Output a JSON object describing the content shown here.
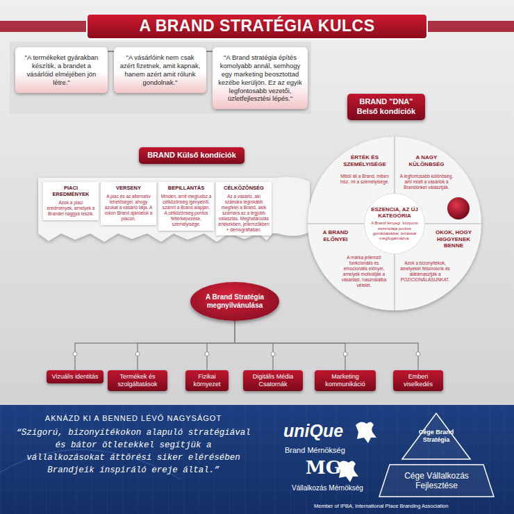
{
  "diagram": {
    "title": "A BRAND STRATÉGIA KULCS",
    "nodes": [
      {
        "text": [
          "\"A termékeket gyárakban készítik, a brandet a vásárlóid elméjében jön létre.\""
        ]
      },
      {
        "text": [
          "\"A vásárlóink nem csak azért fizetnek, amit kapnak, hanem azért amit rólunk gondolnak.\""
        ]
      },
      {
        "text": [
          "\"A Brand stratégia építés komolyabb annál, semhogy egy marketing beosztottad kezébe kerüljön. Ez az egyik legfontosabb vezetői, üzletfejlesztési lépés.\""
        ]
      },
      {
        "text": [
          "BRAND \"DNA\" Belső kondíciók"
        ]
      },
      {
        "text": [
          "BRAND Külső kondíciók"
        ]
      },
      {
        "text": [
          "ÉRTÉK ÉS SZEMÉLYISÉGE",
          "Miből áll a Brand, miben hisz, mi a személyisége."
        ]
      },
      {
        "text": [
          "A NAGY KÜLÖNBSÉG",
          "A legfontosabb különbség, ami miatt a vásárlók a Brandünket választják."
        ]
      },
      {
        "text": [
          "PIACI EREDMÉNYEK",
          "Azok a piaci eredmények, amelyek a Brandet naggyá teszik."
        ]
      },
      {
        "text": [
          "VERSENY",
          "A piac és az alternatív lehetőségei, ahogy azokat a vásárló látja. A rokon Brand ajánlatok a piacon."
        ]
      },
      {
        "text": [
          "BEPILLANTÁS",
          "Minden, amit megtudsz a célközönség igényeiről, számít a Brand alapján. A célközönség pontos feltérképezése, személyisége."
        ]
      },
      {
        "text": [
          "CÉLKÖZÖNSÉG",
          "Az a vásárló, aki számára leginkább megfelel a Brand, akik számára az a legjobb választás. Meghatározás értékekben, jellemzőkben + demográfiában."
        ]
      },
      {
        "text": [
          "ESZENCIA, AZ ÚJ KATEGÓRIA",
          "A Brand lényegi, központi eszenciája pontos gondolatokkal, leírással megfogalmazva."
        ]
      },
      {
        "text": [
          "A BRAND ELŐNYEI",
          "A márka jellemző funkcionális és emocionális előnyei, amelyek motiválják a vásárlást, használatba vételét."
        ]
      },
      {
        "text": [
          "OKOK, HOGY HIGGYENEK BENNE",
          "Azok a bizonyítékok, amelyeket felsorolunk és alátámasztják a POZICIONÁLÁSUNKAT."
        ]
      },
      {
        "text": [
          "A Brand Stratégia megnyilvánulása"
        ]
      },
      {
        "text": [
          "Vizuális identitás"
        ]
      },
      {
        "text": [
          "Termékek és szolgáltatások"
        ]
      },
      {
        "text": [
          "Fizikai környezet"
        ]
      },
      {
        "text": [
          "Digitális Média Csatornák"
        ]
      },
      {
        "text": [
          "Marketing kommunikáció"
        ]
      },
      {
        "text": [
          "Emberi viselkedés"
        ]
      },
      {
        "text": [
          "Cége Brand Stratégia"
        ]
      },
      {
        "text": [
          "Cége Vállalkozás Fejlesztése"
        ]
      }
    ],
    "edges": [
      {
        "from": 14,
        "to": 15,
        "arrow": "none"
      },
      {
        "from": 14,
        "to": 16,
        "arrow": "none"
      },
      {
        "from": 14,
        "to": 17,
        "arrow": "none"
      },
      {
        "from": 14,
        "to": 18,
        "arrow": "none"
      },
      {
        "from": 14,
        "to": 19,
        "arrow": "none"
      },
      {
        "from": 14,
        "to": 20,
        "arrow": "none"
      }
    ],
    "labels": [
      "AKNÁZD KI A BENNED LÉVŐ NAGYSÁGOT",
      "“Szigorú, bizonyítékokon alapuló stratégiával és bátor ötletekkel segítjük a vállalkozásokat áttörési siker elérésében Brandjeik inspiráló ereje által.”",
      "uniQue",
      "Brand Mérnökség",
      "MG",
      "Vállalkozás Mérnökség",
      "Member of IPBA, International Place Branding Association"
    ]
  }
}
